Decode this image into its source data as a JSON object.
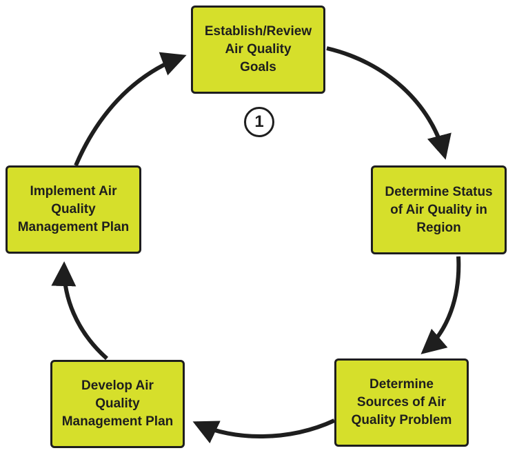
{
  "diagram": {
    "steps": [
      {
        "id": "establish-review-goals",
        "label": "Establish/Review\nAir Quality\nGoals"
      },
      {
        "id": "determine-status",
        "label": "Determine Status\nof Air Quality in\nRegion"
      },
      {
        "id": "determine-sources",
        "label": "Determine\nSources of Air\nQuality Problem"
      },
      {
        "id": "develop-plan",
        "label": "Develop Air\nQuality\nManagement Plan"
      },
      {
        "id": "implement-plan",
        "label": "Implement Air\nQuality\nManagement Plan"
      }
    ],
    "step_number": "1",
    "colors": {
      "box_fill": "#d6df2b",
      "outline": "#1e1e1e",
      "arrow": "#1e1e1e"
    },
    "flow": "clockwise cycle"
  }
}
